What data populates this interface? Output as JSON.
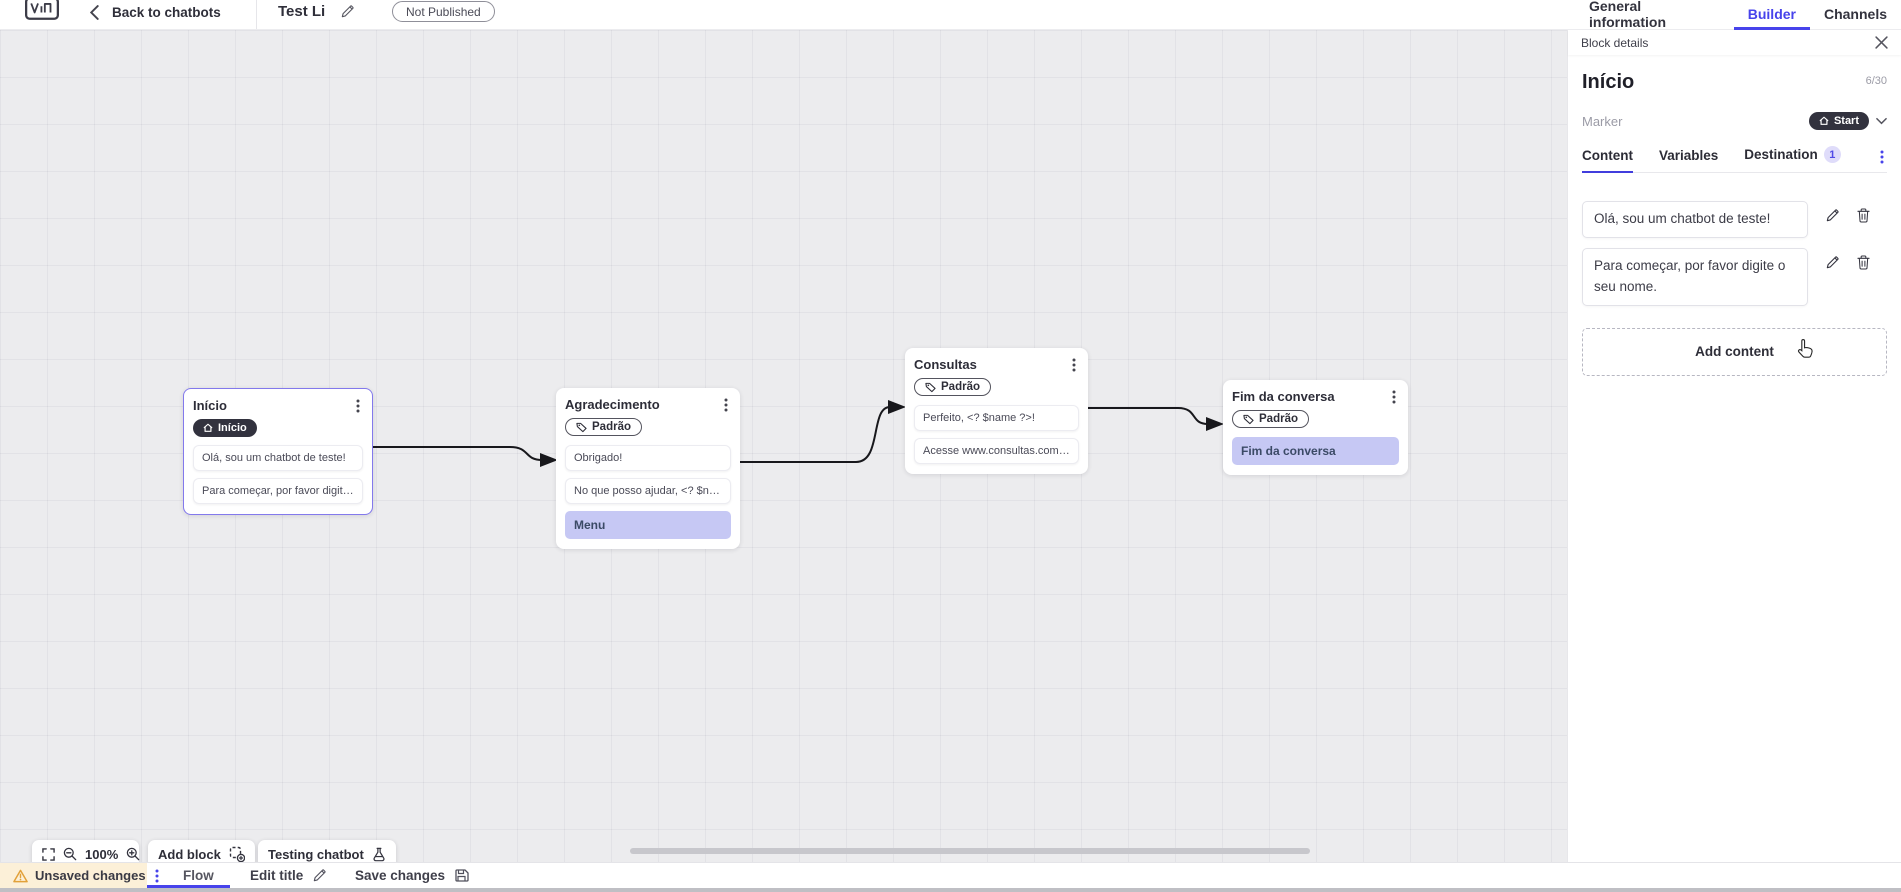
{
  "top_bar": {
    "back_label": "Back to chatbots",
    "title": "Test Li",
    "status_badge": "Not Published",
    "tabs": [
      {
        "label": "General information",
        "active": false
      },
      {
        "label": "Builder",
        "active": true
      },
      {
        "label": "Channels",
        "active": false
      }
    ]
  },
  "panel": {
    "header": "Block details",
    "block_name": "Início",
    "name_counter": "6/30",
    "marker_label": "Marker",
    "marker_value": "Start",
    "tabs": {
      "content": "Content",
      "variables": "Variables",
      "destination": "Destination"
    },
    "destination_count": "1",
    "contents": [
      "Olá, sou um chatbot de teste!",
      "Para começar, por favor digite o seu nome."
    ],
    "add_content_label": "Add content"
  },
  "canvas": {
    "blocks": [
      {
        "title": "Início",
        "badge": "Início",
        "messages": [
          "Olá, sou um chatbot de teste!",
          "Para começar, por favor digite o ..."
        ]
      },
      {
        "title": "Agradecimento",
        "badge": "Padrão",
        "messages": [
          "Obrigado!",
          "No que posso ajudar, <? $name ..."
        ],
        "buttons": [
          "Menu"
        ]
      },
      {
        "title": "Consultas",
        "badge": "Padrão",
        "messages": [
          "Perfeito, <? $name ?>!",
          "Acesse www.consultas.com par..."
        ]
      },
      {
        "title": "Fim da conversa",
        "badge": "Padrão",
        "buttons": [
          "Fim da conversa"
        ]
      }
    ],
    "controls": {
      "zoom_level": "100%",
      "add_block_label": "Add block",
      "testing_label": "Testing chatbot"
    }
  },
  "bottom_bar": {
    "unsaved_label": "Unsaved changes",
    "flow_label": "Flow",
    "edit_title_label": "Edit title",
    "save_label": "Save changes"
  },
  "colors": {
    "accent": "#4743eb",
    "dark_pill": "#32323e",
    "chip_purple": "#c6c8f4",
    "warning_bg": "#fcf0d8",
    "warning_icon": "#e2a13a"
  }
}
